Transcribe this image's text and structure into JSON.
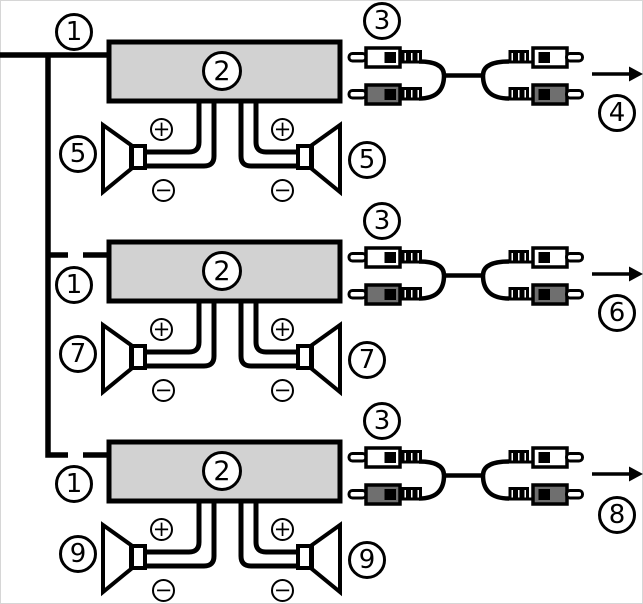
{
  "diagram": {
    "colors": {
      "background": "#ffffff",
      "line": "#000000",
      "amplifier_fill": "#d2d2d2",
      "rca_plug_light": "#ffffff",
      "rca_plug_dark": "#6f6f6f"
    },
    "callouts": {
      "plus": "+",
      "minus": "−"
    },
    "rows": [
      {
        "source": "1",
        "amplifier": "2",
        "rca_cable": "3",
        "output": "4",
        "speaker": "5"
      },
      {
        "source": "1",
        "amplifier": "2",
        "rca_cable": "3",
        "output": "6",
        "speaker": "7"
      },
      {
        "source": "1",
        "amplifier": "2",
        "rca_cable": "3",
        "output": "8",
        "speaker": "9"
      }
    ]
  }
}
